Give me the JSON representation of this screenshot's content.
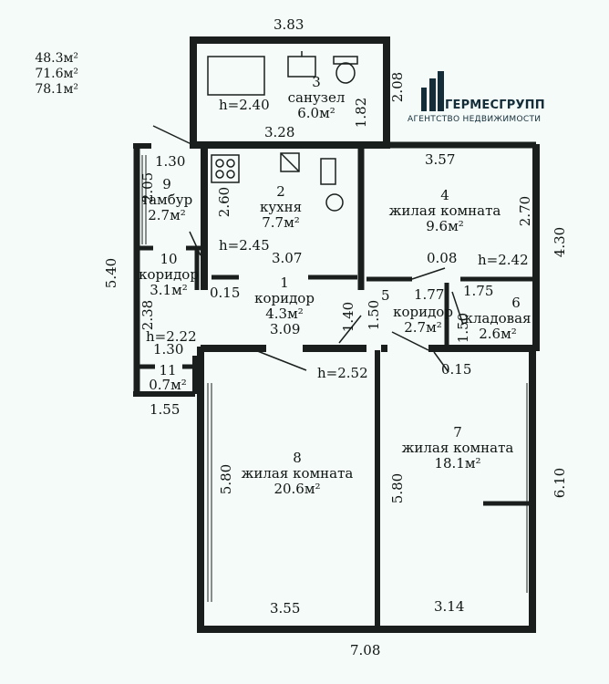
{
  "totals": {
    "living": "48.3м²",
    "total": "71.6м²",
    "overall": "78.1м²"
  },
  "brand": {
    "name": "ГЕРМЕСГРУПП",
    "tagline": "АГЕНТСТВО НЕДВИЖИМОСТИ",
    "logo_color": "#142d39"
  },
  "rooms": {
    "r1": {
      "num": "1",
      "name": "коридор",
      "area": "4.3м²"
    },
    "r2": {
      "num": "2",
      "name": "кухня",
      "area": "7.7м²"
    },
    "r3": {
      "num": "3",
      "name": "санузел",
      "area": "6.0м²"
    },
    "r4": {
      "num": "4",
      "name": "жилая комната",
      "area": "9.6м²"
    },
    "r5": {
      "num": "5",
      "name": "коридор",
      "area": "2.7м²"
    },
    "r6": {
      "num": "6",
      "name": "кладовая",
      "area": "2.6м²"
    },
    "r7": {
      "num": "7",
      "name": "жилая комната",
      "area": "18.1м²"
    },
    "r8": {
      "num": "8",
      "name": "жилая комната",
      "area": "20.6м²"
    },
    "r9": {
      "num": "9",
      "name": "тамбур",
      "area": "2.7м²"
    },
    "r10": {
      "num": "10",
      "name": "коридор",
      "area": "3.1м²"
    },
    "r11": {
      "num": "11",
      "area": "0.7м²"
    }
  },
  "heights": {
    "bath": "h=2.40",
    "kitchen": "h=2.45",
    "storage": "h=2.42",
    "corridor10": "h=2.22",
    "main": "h=2.52"
  },
  "dims": {
    "top_383": "3.83",
    "bath_208": "2.08",
    "bath_182": "1.82",
    "kitchen_328": "3.28",
    "vest_130": "1.30",
    "r4_357": "3.57",
    "vest_205": "2.05",
    "kitchen_260": "2.60",
    "r4_270": "2.70",
    "right_430": "4.30",
    "kitchen_307": "3.07",
    "d_008": "0.08",
    "left_540": "5.40",
    "d_015a": "0.15",
    "corr_177": "1.77",
    "stor_175": "1.75",
    "corr_238": "2.38",
    "corr_140": "1.40",
    "corr_150": "1.50",
    "stor_150": "1.50",
    "corr_309": "3.09",
    "small_130": "1.30",
    "d_015b": "0.15",
    "left_155": "1.55",
    "r8_580": "5.80",
    "r7_580": "5.80",
    "right_610": "6.10",
    "r8_355": "3.55",
    "r7_314": "3.14",
    "bottom_708": "7.08"
  }
}
